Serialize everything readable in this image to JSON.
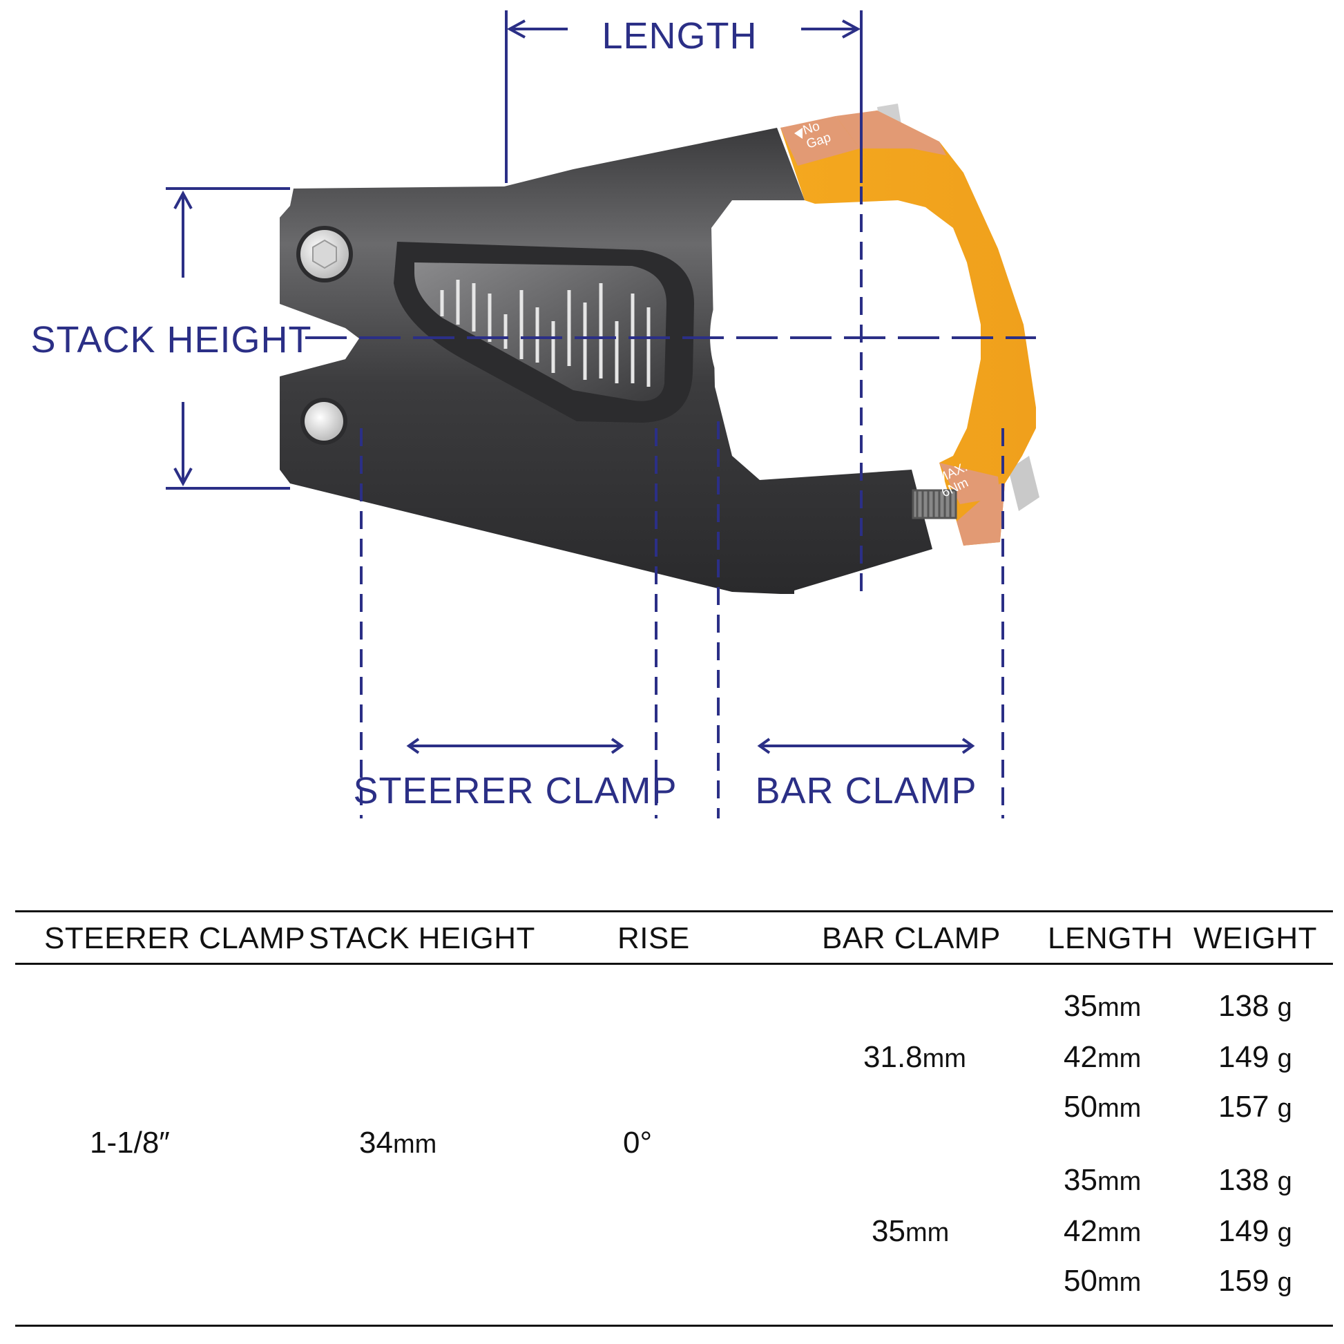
{
  "diagram": {
    "labels": {
      "length": "LENGTH",
      "stack_height": "STACK HEIGHT",
      "steerer_clamp": "STEERER CLAMP",
      "bar_clamp": "BAR CLAMP"
    },
    "part_prints": {
      "gap_line1": "No",
      "gap_line2": "Gap",
      "torque_line1": "MAX.",
      "torque_line2": "6Nm"
    },
    "colors": {
      "dimension_ink": "#2b2f86",
      "stem_body": "#4a4a4c",
      "clamp_orange": "#f2a31e",
      "clamp_tan": "#e39a72"
    }
  },
  "spec_table": {
    "headers": [
      "STEERER CLAMP",
      "STACK HEIGHT",
      "RISE",
      "BAR CLAMP",
      "LENGTH",
      "WEIGHT"
    ],
    "steerer_clamp": "1-1/8″",
    "stack_height": {
      "value": "34",
      "unit": "mm"
    },
    "rise": "0°",
    "groups": [
      {
        "bar_clamp": {
          "value": "31.8",
          "unit": "mm"
        },
        "rows": [
          {
            "length": "35",
            "length_unit": "mm",
            "weight": "138",
            "weight_unit": "g"
          },
          {
            "length": "42",
            "length_unit": "mm",
            "weight": "149",
            "weight_unit": "g"
          },
          {
            "length": "50",
            "length_unit": "mm",
            "weight": "157",
            "weight_unit": "g"
          }
        ]
      },
      {
        "bar_clamp": {
          "value": "35",
          "unit": "mm"
        },
        "rows": [
          {
            "length": "35",
            "length_unit": "mm",
            "weight": "138",
            "weight_unit": "g"
          },
          {
            "length": "42",
            "length_unit": "mm",
            "weight": "149",
            "weight_unit": "g"
          },
          {
            "length": "50",
            "length_unit": "mm",
            "weight": "159",
            "weight_unit": "g"
          }
        ]
      }
    ]
  }
}
